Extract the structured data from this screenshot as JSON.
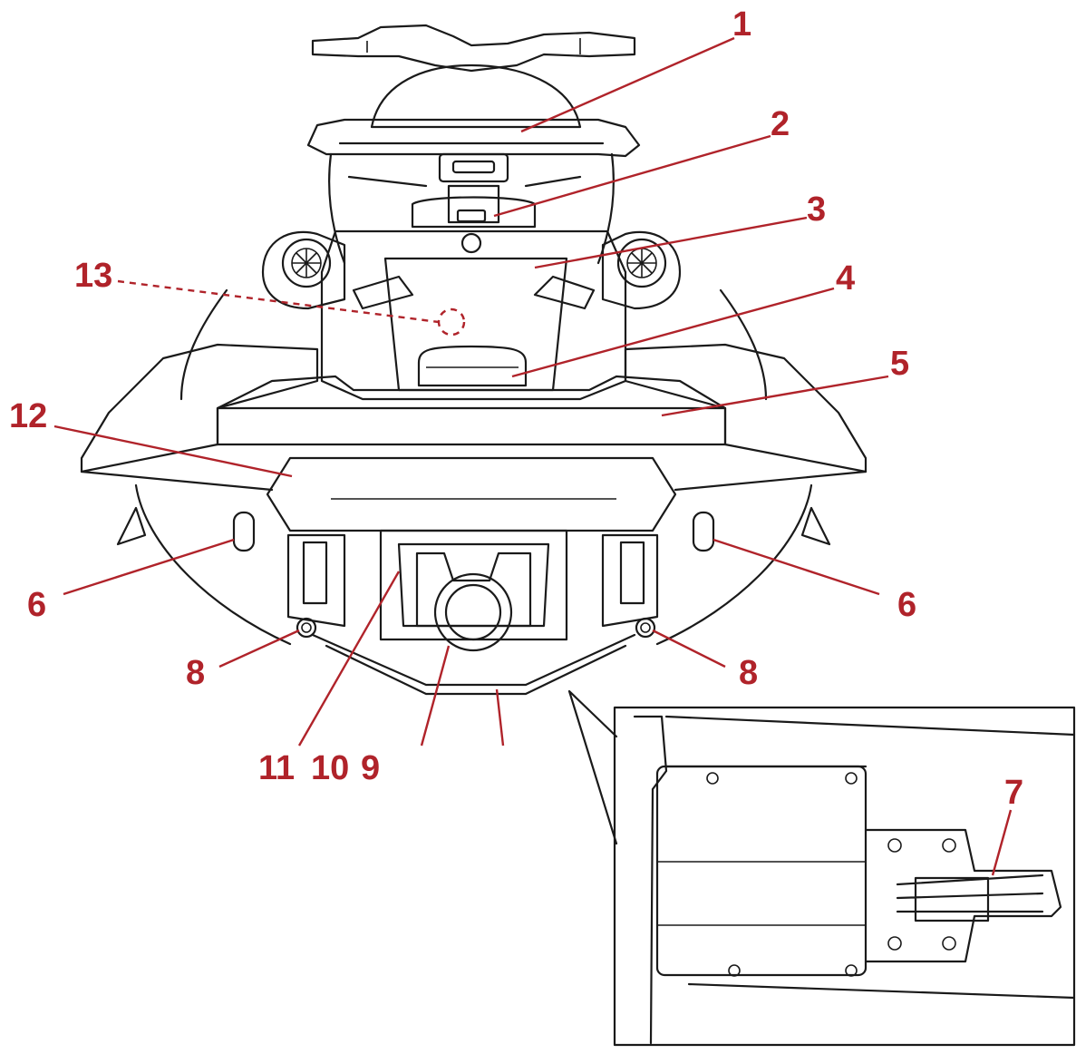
{
  "callouts": {
    "c1": "1",
    "c2": "2",
    "c3": "3",
    "c4": "4",
    "c5": "5",
    "c6_left": "6",
    "c6_right": "6",
    "c7": "7",
    "c8_left": "8",
    "c8_right": "8",
    "c9": "9",
    "c10": "10",
    "c11": "11",
    "c12": "12",
    "c13": "13"
  },
  "colors": {
    "callout": "#b0232a",
    "line_art": "#1a1a1a",
    "background": "#ffffff"
  }
}
